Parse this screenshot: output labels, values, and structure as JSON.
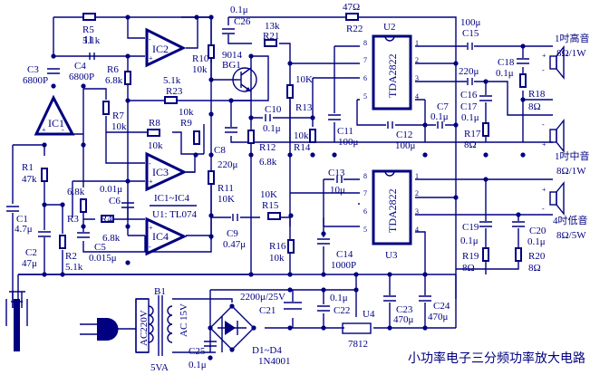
{
  "title": "小功率电子三分频功率放大电路",
  "colors": {
    "ink": "#000080",
    "background": "#ffffff"
  },
  "opamps": {
    "IC1": "IC1",
    "IC2": "IC2",
    "IC3": "IC3",
    "IC4": "IC4",
    "group_label": "IC1~IC4",
    "part_label": "U1: TL074",
    "plus": "+",
    "minus": "-"
  },
  "amps": {
    "U2": {
      "ref": "U2",
      "part": "TDA2822",
      "pins_left": [
        "8",
        "7",
        "6",
        "5"
      ],
      "pins_right": [
        "1",
        "2",
        "3",
        "4"
      ]
    },
    "U3": {
      "ref": "U3",
      "part": "TDA2822",
      "pins_left": [
        "8",
        "7",
        "6",
        "5"
      ],
      "pins_right": [
        "1",
        "2",
        "3",
        "4"
      ]
    }
  },
  "transistor": {
    "part": "9014",
    "ref": "BG1"
  },
  "resistors": {
    "R1": {
      "ref": "R1",
      "value": "47k"
    },
    "R2": {
      "ref": "R2",
      "value": "5.1k"
    },
    "R3": {
      "ref": "R3",
      "value": "6.8k"
    },
    "R4": {
      "ref": "R4",
      "value": "6.8k"
    },
    "R5": {
      "ref": "R5",
      "value": "5.1k"
    },
    "R6": {
      "ref": "R6",
      "value": "6.8k"
    },
    "R7": {
      "ref": "R7",
      "value": "10k"
    },
    "R8": {
      "ref": "R8",
      "value": "10k"
    },
    "R9": {
      "ref": "R9",
      "value": "10k"
    },
    "R10": {
      "ref": "R10",
      "value": "10k"
    },
    "R11": {
      "ref": "R11",
      "value": "10K"
    },
    "R12": {
      "ref": "R12",
      "value": "6.8k"
    },
    "R13": {
      "ref": "R13",
      "value": "10K"
    },
    "R14": {
      "ref": "R14",
      "value": "10k"
    },
    "R15": {
      "ref": "R15",
      "value": "10K"
    },
    "R16": {
      "ref": "R16",
      "value": "10k"
    },
    "R17": {
      "ref": "R17",
      "value": "8Ω"
    },
    "R18": {
      "ref": "R18",
      "value": "8Ω"
    },
    "R19": {
      "ref": "R19",
      "value": "8Ω"
    },
    "R20": {
      "ref": "R20",
      "value": "8Ω"
    },
    "R21": {
      "ref": "R21",
      "value": "13k"
    },
    "R22": {
      "ref": "R22",
      "value": "47Ω"
    },
    "R23": {
      "ref": "R23",
      "value": "5.1k"
    }
  },
  "capacitors": {
    "C1": {
      "ref": "C1",
      "value": "4.7μ"
    },
    "C2": {
      "ref": "C2",
      "value": "47μ"
    },
    "C3": {
      "ref": "C3",
      "value": "6800P"
    },
    "C4": {
      "ref": "C4",
      "value": "6800P"
    },
    "C5": {
      "ref": "C5",
      "value": "0.015μ"
    },
    "C6": {
      "ref": "C6",
      "value": "0.01μ"
    },
    "C7": {
      "ref": "C7",
      "value": "0.1μ"
    },
    "C8": {
      "ref": "C8",
      "value": "220μ"
    },
    "C9": {
      "ref": "C9",
      "value": "0.47μ"
    },
    "C10": {
      "ref": "C10",
      "value": "0.1μ"
    },
    "C11": {
      "ref": "C11",
      "value": "100μ"
    },
    "C12": {
      "ref": "C12",
      "value": "100μ"
    },
    "C13": {
      "ref": "C13",
      "value": "10μ"
    },
    "C14": {
      "ref": "C14",
      "value": "1000P"
    },
    "C15": {
      "ref": "C15",
      "value": "100μ"
    },
    "C16": {
      "ref": "C16",
      "value": "220μ"
    },
    "C17": {
      "ref": "C17",
      "value": "0.1μ"
    },
    "C18": {
      "ref": "C18",
      "value": "0.1μ"
    },
    "C19": {
      "ref": "C19",
      "value": "0.1μ"
    },
    "C20": {
      "ref": "C20",
      "value": "0.1μ"
    },
    "C21": {
      "ref": "C21",
      "value": "2200μ/25V"
    },
    "C22": {
      "ref": "C22",
      "value": "0.1μ"
    },
    "C23": {
      "ref": "C23",
      "value": "470μ"
    },
    "C24": {
      "ref": "C24",
      "value": "470μ"
    },
    "C25": {
      "ref": "C25",
      "value": "0.1μ"
    },
    "C26": {
      "ref": "C26",
      "value": "0.1μ"
    }
  },
  "speakers": {
    "tweeter": {
      "name": "1吋高音",
      "spec": "8Ω/1W"
    },
    "midrange": {
      "name": "1吋中音",
      "spec": "8Ω/1W"
    },
    "woofer": {
      "name": "4吋低音",
      "spec": "8Ω/5W"
    },
    "plus": "+",
    "minus": "-"
  },
  "power": {
    "transformer": {
      "ref": "B1",
      "primary": "AC220V",
      "secondary": "AC 15V",
      "rating": "5VA"
    },
    "bridge": {
      "ref": "D1~D4",
      "part": "1N4001"
    },
    "regulator": {
      "ref": "U4",
      "part": "7812"
    }
  }
}
